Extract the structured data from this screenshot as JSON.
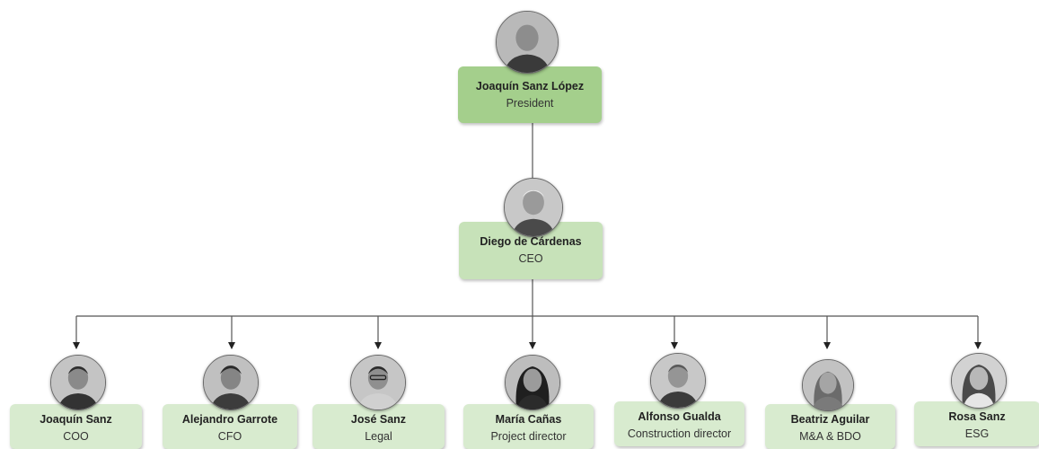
{
  "president": {
    "name": "Joaquín Sanz López",
    "role": "President",
    "photo_icon": "person-photo-icon"
  },
  "ceo": {
    "name": "Diego de Cárdenas",
    "role": "CEO",
    "photo_icon": "person-photo-icon"
  },
  "reports": [
    {
      "name": "Joaquín Sanz",
      "role": "COO"
    },
    {
      "name": "Alejandro Garrote",
      "role": "CFO"
    },
    {
      "name": "José Sanz",
      "role": "Legal"
    },
    {
      "name": "María Cañas",
      "role": "Project director"
    },
    {
      "name": "Alfonso Gualda",
      "role": "Construction director"
    },
    {
      "name": "Beatriz Aguilar",
      "role": "M&A & BDO"
    },
    {
      "name": "Rosa Sanz",
      "role": "ESG"
    }
  ],
  "colors": {
    "president_box": "#a4cf8c",
    "ceo_box": "#c7e2b9",
    "report_box": "#d8ebcf",
    "connector": "#555555"
  }
}
